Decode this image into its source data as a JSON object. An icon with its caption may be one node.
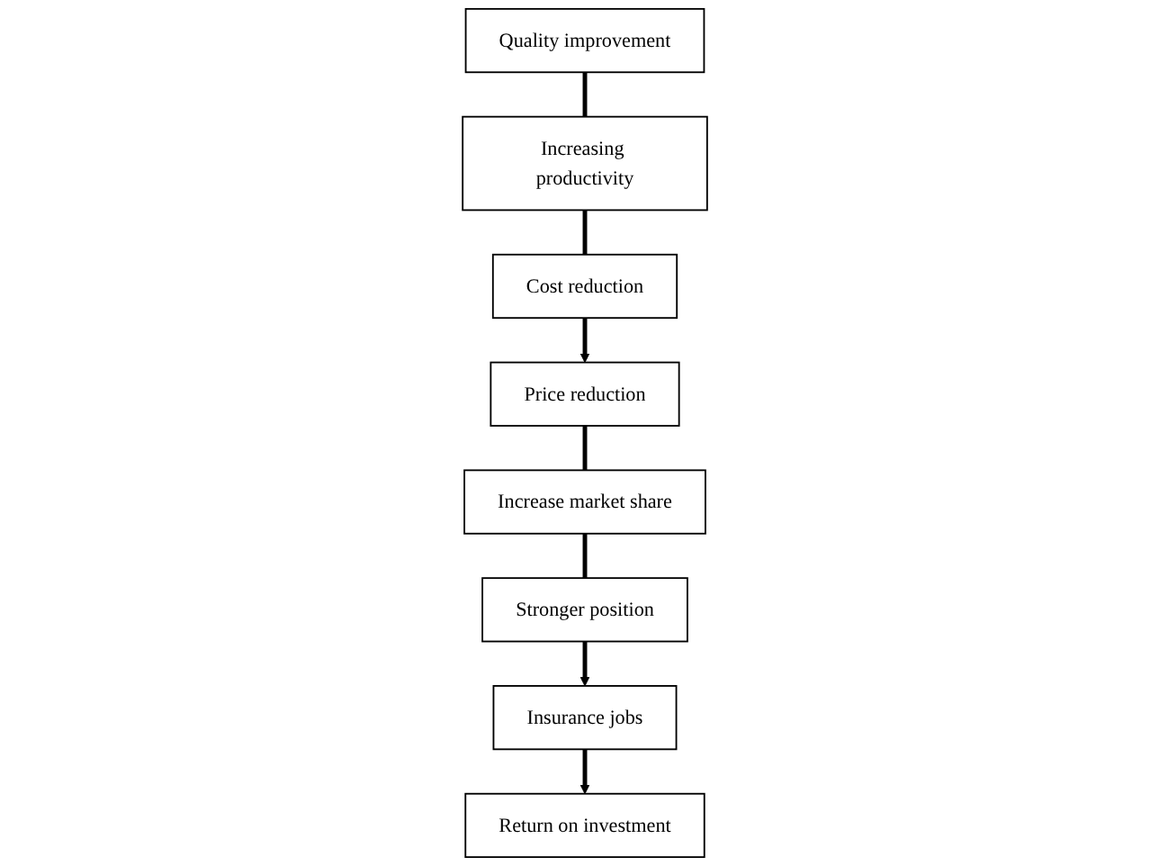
{
  "diagram": {
    "nodes": [
      {
        "text": [
          "Quality improvement"
        ]
      },
      {
        "text": [
          "Increasing productivity"
        ]
      },
      {
        "text": [
          "Cost reduction"
        ]
      },
      {
        "text": [
          "Price reduction"
        ]
      },
      {
        "text": [
          "Increase market share"
        ]
      },
      {
        "text": [
          "Stronger position"
        ]
      },
      {
        "text": [
          "Insurance jobs"
        ]
      },
      {
        "text": [
          "Return on investment"
        ]
      }
    ],
    "edges": [
      {
        "from": 0,
        "to": 1,
        "arrow": "none"
      },
      {
        "from": 1,
        "to": 2,
        "arrow": "none"
      },
      {
        "from": 2,
        "to": 3,
        "arrow": "to"
      },
      {
        "from": 3,
        "to": 4,
        "arrow": "none"
      },
      {
        "from": 4,
        "to": 5,
        "arrow": "none"
      },
      {
        "from": 5,
        "to": 6,
        "arrow": "to"
      },
      {
        "from": 6,
        "to": 7,
        "arrow": "to"
      }
    ]
  }
}
